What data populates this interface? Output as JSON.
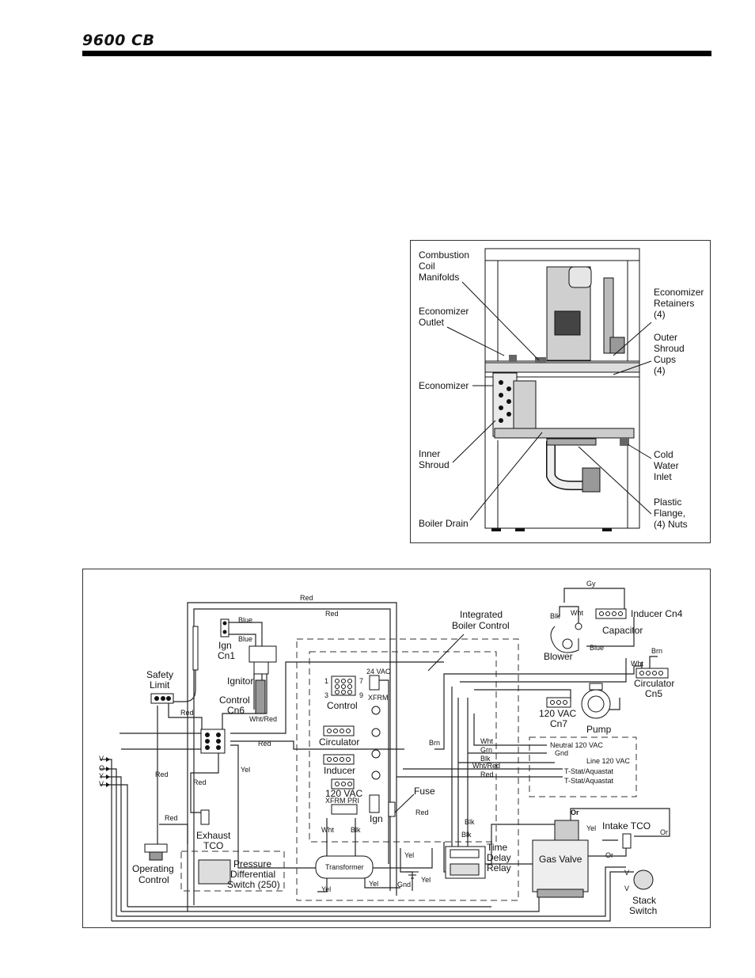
{
  "header": {
    "title": "9600 CB"
  },
  "figure1": {
    "labels": {
      "combustion": [
        "Combustion",
        "Coil",
        "Manifolds"
      ],
      "econ_outlet": [
        "Economizer",
        "Outlet"
      ],
      "economizer": "Economizer",
      "inner_shroud": [
        "Inner",
        "Shroud"
      ],
      "boiler_drain": "Boiler Drain",
      "econ_retainers": [
        "Economizer",
        "Retainers",
        "(4)"
      ],
      "outer_shroud": [
        "Outer",
        "Shroud",
        "Cups",
        "(4)"
      ],
      "cold_water": [
        "Cold",
        "Water",
        "Inlet"
      ],
      "plastic_flange": [
        "Plastic",
        "Flange,",
        "(4) Nuts"
      ]
    }
  },
  "figure2": {
    "labels": {
      "red_top1": "Red",
      "red_top2": "Red",
      "ign_cn1": [
        "Ign",
        "Cn1"
      ],
      "blue1": "Blue",
      "blue2": "Blue",
      "ignitor": "Ignitor",
      "safety_limit": [
        "Safety",
        "Limit"
      ],
      "control_cn6": [
        "Control",
        "Cn6"
      ],
      "wht_red": "Wht/Red",
      "red_a": "Red",
      "red_b": "Red",
      "red_c": "Red",
      "red_d": "Red",
      "red_e": "Red",
      "yel_a": "Yel",
      "voyv": [
        "V",
        "O",
        "Y",
        "V"
      ],
      "integrated": [
        "Integrated",
        "Boiler Control"
      ],
      "v24": "24 VAC",
      "xfrm": "XFRM",
      "ctrl_nums": [
        "1",
        "3",
        "7",
        "9"
      ],
      "control": "Control",
      "circulator": "Circulator",
      "inducer": "Inducer",
      "vac120": "120 VAC",
      "ign": "Ign",
      "xfrm2": "XFRM",
      "pri": "PRI",
      "wht": "Wht",
      "blk": "Blk",
      "fuse": "Fuse",
      "exhaust_tco": [
        "Exhaust",
        "TCO"
      ],
      "operating_control": [
        "Operating",
        "Control"
      ],
      "pressure_switch": [
        "Pressure",
        "Differential",
        "Switch (250)"
      ],
      "transformer": "Transformer",
      "yel_b": "Yel",
      "yel_c": "Yel",
      "yel_d": "Yel",
      "yel_e": "Yel",
      "gnd": "Gnd",
      "gy": "Gy",
      "blk2": "Blk",
      "wht2": "Wht",
      "inducer_cn4": "Inducer Cn4",
      "capacitor": "Capacitor",
      "blower": "Blower",
      "blue3": "Blue",
      "brn": "Brn",
      "wht3": "Wht",
      "circulator_cn5": [
        "Circulator",
        "Cn5"
      ],
      "vac120_cn7": [
        "120 VAC",
        "Cn7"
      ],
      "pump": "Pump",
      "brn2": "Brn",
      "wire_wht": "Wht",
      "wire_grn": "Grn",
      "wire_blk": "Blk",
      "wire_whtred": "Wht/Red",
      "wire_red": "Red",
      "neutral": "Neutral 120 VAC",
      "gnd2": "Gnd",
      "line120": "Line 120 VAC",
      "tstat1": "T-Stat/Aquastat",
      "tstat2": "T-Stat/Aquastat",
      "blk3": "Blk",
      "blk4": "Blk",
      "time_delay": [
        "Time",
        "Delay",
        "Relay"
      ],
      "or1": "Or",
      "or2": "Or",
      "or3": "Or",
      "yel_f": "Yel",
      "intake_tco": "Intake TCO",
      "gas_valve": "Gas Valve",
      "v1": "V",
      "v2": "V",
      "stack_switch": [
        "Stack",
        "Switch"
      ]
    }
  }
}
